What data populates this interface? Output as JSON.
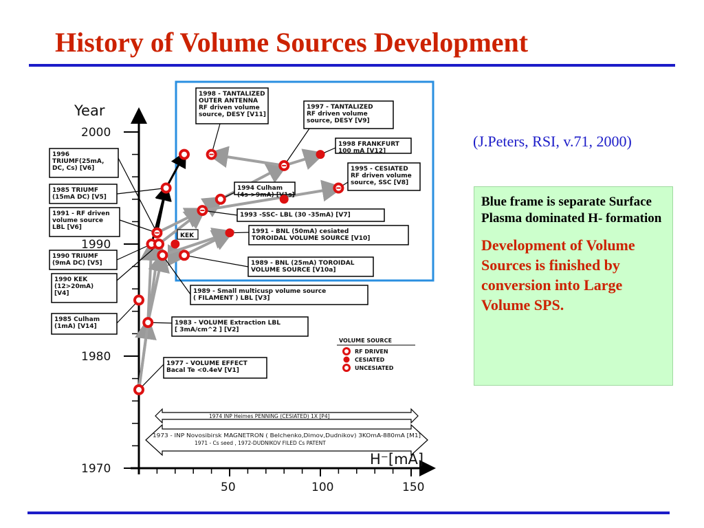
{
  "slide": {
    "title": "History of  Volume Sources Development",
    "citation": "(J.Peters, RSI, v.71, 2000)",
    "note_black": "Blue frame is separate Surface Plasma dominated H- formation",
    "note_red": "Development of Volume Sources is finished by conversion into Large Volume SPS."
  },
  "chart_data": {
    "type": "scatter",
    "ylabel": "Year",
    "xlabel": "H⁻[mA]",
    "y_ticks": [
      "2000",
      "1990",
      "1980",
      "1970"
    ],
    "x_ticks": [
      "50",
      "100",
      "150"
    ],
    "points": [
      {
        "x": 0,
        "y": 1977,
        "kind": "unit"
      },
      {
        "x": 5,
        "y": 1983,
        "kind": "unit"
      },
      {
        "x": 0,
        "y": 1985,
        "kind": "unit"
      },
      {
        "x": 7,
        "y": 1990,
        "kind": "unit"
      },
      {
        "x": 11,
        "y": 1990,
        "kind": "unit"
      },
      {
        "x": 13,
        "y": 1989,
        "kind": "unit"
      },
      {
        "x": 25,
        "y": 1989,
        "kind": "unit"
      },
      {
        "x": 10,
        "y": 1991,
        "kind": "rf"
      },
      {
        "x": 15,
        "y": 1995,
        "kind": "unit"
      },
      {
        "x": 25,
        "y": 1998,
        "kind": "unit"
      },
      {
        "x": 35,
        "y": 1993,
        "kind": "rf"
      },
      {
        "x": 40,
        "y": 1998,
        "kind": "rf"
      },
      {
        "x": 45,
        "y": 1994,
        "kind": "unit"
      },
      {
        "x": 80,
        "y": 1997,
        "kind": "rf"
      },
      {
        "x": 100,
        "y": 1998,
        "kind": "ces"
      },
      {
        "x": 110,
        "y": 1995,
        "kind": "rf"
      },
      {
        "x": 50,
        "y": 1991,
        "kind": "ces"
      },
      {
        "x": 80,
        "y": 1994,
        "kind": "ces"
      },
      {
        "x": 20,
        "y": 1990,
        "kind": "ces"
      }
    ],
    "annotations": [
      {
        "lines": [
          "1998 - TANTALIZED",
          "OUTER ANTENNA",
          "RF driven volume",
          "source, DESY [V11]"
        ]
      },
      {
        "lines": [
          "1997 - TANTALIZED",
          "RF driven volume",
          "source, DESY [V9]"
        ]
      },
      {
        "lines": [
          "1998  FRANKFURT",
          "100 mA [V12]"
        ]
      },
      {
        "lines": [
          "1995 - CESIATED",
          "RF driven volume",
          "source, SSC  [V8]"
        ]
      },
      {
        "lines": [
          "1994 Culham",
          "(4s->9mA) [V1s]"
        ]
      },
      {
        "lines": [
          "1993 -SSC- LBL (30 -35mA)  [V7]"
        ]
      },
      {
        "lines": [
          "1991 - BNL (50mA) cesiated",
          "TOROIDAL VOLUME SOURCE [V10]"
        ]
      },
      {
        "lines": [
          "1989 - BNL (25mA) TOROIDAL",
          "VOLUME SOURCE [V10a]"
        ]
      },
      {
        "lines": [
          "1989 - Small multicusp volume source",
          "( FILAMENT ) LBL [V3]"
        ]
      },
      {
        "lines": [
          "1983 - VOLUME Extraction LBL",
          "[ 3mA/cm^2 ]  [V2]"
        ]
      },
      {
        "lines": [
          "1977 - VOLUME EFFECT",
          "Bacal Te <0.4eV [V1]"
        ]
      },
      {
        "lines": [
          "1996",
          "TRIUMF(25mA,",
          "DC, Cs) [V6]"
        ]
      },
      {
        "lines": [
          "1985 TRIUMF",
          "(15mA DC) [V5]"
        ]
      },
      {
        "lines": [
          "1991 - RF driven",
          "volume source",
          "LBL [V6]"
        ]
      },
      {
        "lines": [
          "1990 TRIUMF",
          "(9mA DC) [V5]"
        ]
      },
      {
        "lines": [
          "1990 KEK",
          "(12>20mA)",
          "[V4]"
        ]
      },
      {
        "lines": [
          "1985 Culham",
          "(1mA) [V14]"
        ]
      }
    ],
    "kek_label": "KEK",
    "legend": {
      "title": "VOLUME SOURCE",
      "items": [
        "RF DRIVEN",
        "CESIATED",
        "UNCESIATED"
      ]
    },
    "banner_lines": [
      "1974 INP Heimes PENNING (CESIATED) 1X  [P4]",
      "1973 - INP Novosibirsk MAGNETRON ( Belchenko,Dimov,Dudnikov) 3KOmA-880mA [M1]",
      "1971 - Cs seed , 1972-DUDNIKOV FILED Cs PATENT"
    ],
    "colors": {
      "marker": "#dd1111",
      "arrow_black": "#000000",
      "arrow_gray": "#a0a0a0",
      "frame": "#2a8fe0"
    }
  }
}
